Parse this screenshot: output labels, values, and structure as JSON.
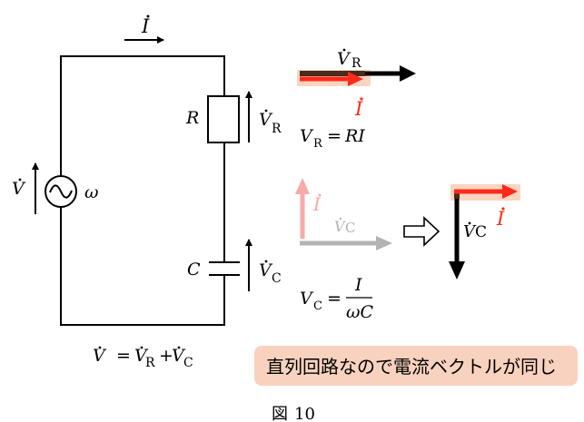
{
  "circuit": {
    "current_label": "I",
    "resistor_label": "R",
    "capacitor_label": "C",
    "source_voltage_label": "V",
    "source_frequency_label": "ω",
    "vr_label": "V",
    "vr_subscript": "R",
    "vc_label": "V",
    "vc_subscript": "C",
    "kvl_equation": {
      "lhs": "V",
      "eq": "=",
      "t1": "V",
      "t1_sub": "R",
      "plus": "+",
      "t2": "V",
      "t2_sub": "C"
    }
  },
  "resistor_phasor": {
    "voltage_label": "V",
    "voltage_subscript": "R",
    "current_label": "I",
    "equation": {
      "lhs": "V",
      "lhs_sub": "R",
      "eq": "=",
      "rhs": "RI"
    }
  },
  "capacitor_phasor_before": {
    "current_label": "I",
    "voltage_label": "V",
    "voltage_subscript": "C",
    "equation": {
      "lhs": "V",
      "lhs_sub": "C",
      "eq": "=",
      "numerator": "I",
      "denominator": "ωC"
    }
  },
  "capacitor_phasor_after": {
    "voltage_label": "V",
    "voltage_subscript": "C",
    "current_label": "I"
  },
  "note": {
    "text": "直列回路なので電流ベクトルが同じ"
  },
  "caption": {
    "prefix": "図",
    "number": "10"
  },
  "colors": {
    "wire": "#000000",
    "current_red": "#ff2a1a",
    "highlight": "#fbd5c0",
    "faded_current": "#f8a9a9",
    "faded_voltage": "#b3b3b3",
    "note_bg": "#f8d2be"
  }
}
